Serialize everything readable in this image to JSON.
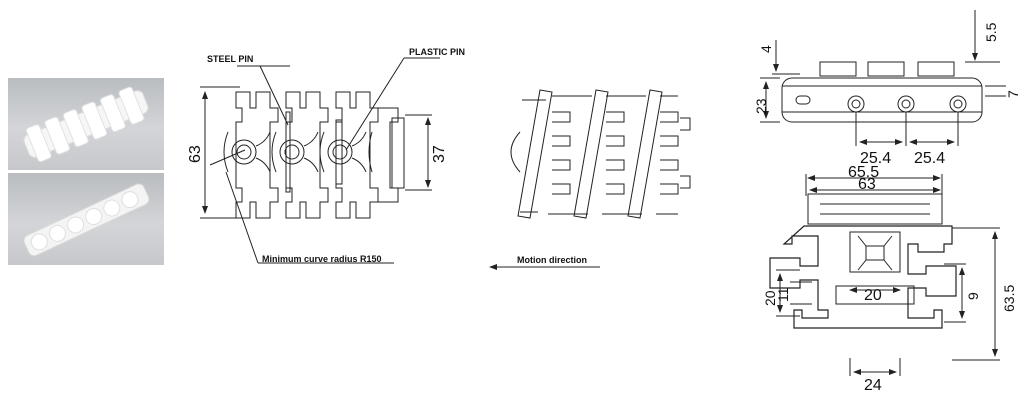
{
  "photos": [
    {
      "alt": "chain-photo-top"
    },
    {
      "alt": "chain-photo-bottom"
    }
  ],
  "labels": {
    "steel_pin": "STEEL PIN",
    "plastic_pin": "PLASTIC PIN",
    "curve_radius": "Minimum curve radius  R150",
    "motion": "Motion direction"
  },
  "dims": {
    "h63": "63",
    "h37": "37",
    "d4": "4",
    "d5_5": "5.5",
    "d23": "23",
    "d7": "7",
    "pitch_a": "25.4",
    "pitch_b": "25.4",
    "w65_5": "65.5",
    "w63": "63",
    "d20v": "20",
    "d11": "11",
    "d20h": "20",
    "d9": "9",
    "d63_5": "63.5",
    "d24": "24"
  },
  "colors": {
    "line": "#222222",
    "photo_bg": "#c8cacd",
    "part": "#f4f4f4"
  }
}
